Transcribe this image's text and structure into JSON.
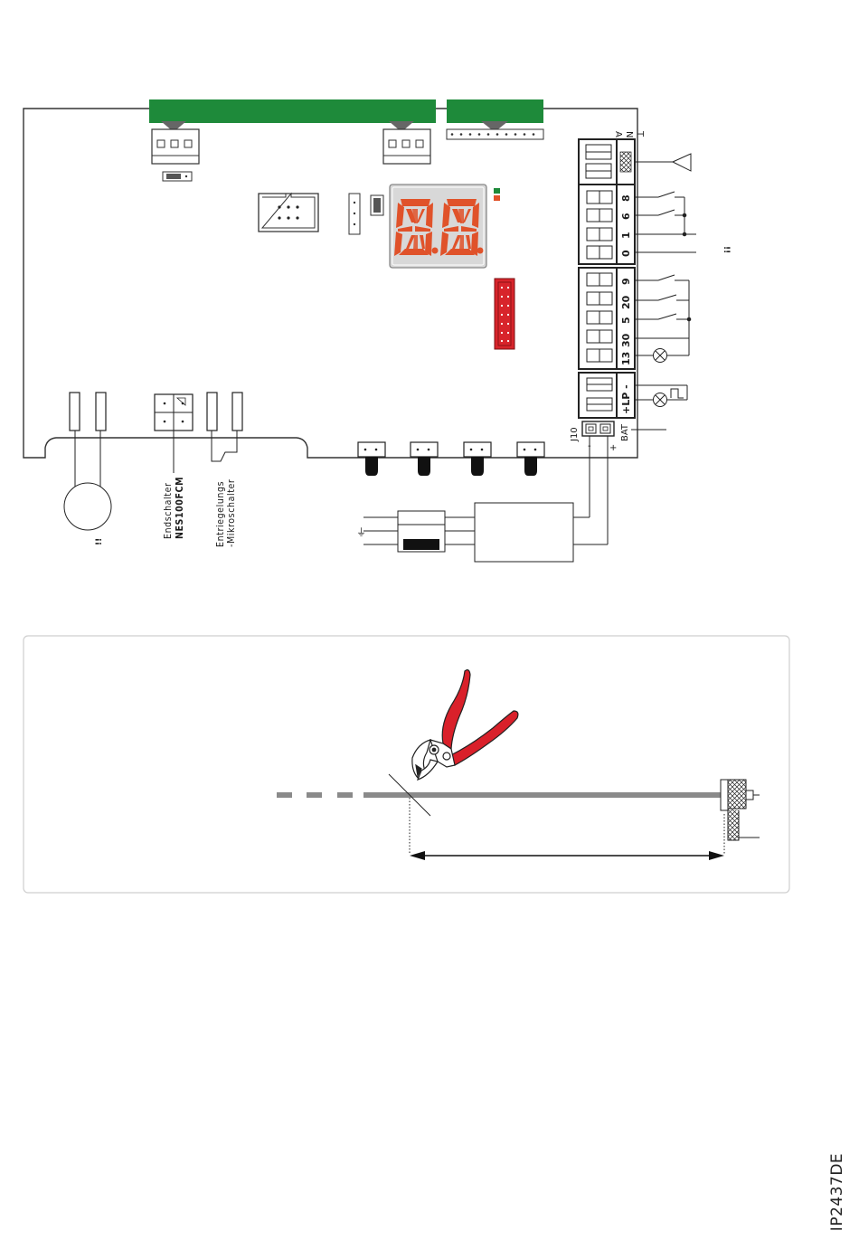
{
  "board": {
    "ant_label": "A N T",
    "terminals_ant": [
      "A",
      "N",
      "T"
    ],
    "terminals_inputs": [
      "8",
      "6",
      "1",
      "0"
    ],
    "terminals_outputs": [
      "9",
      "20",
      "5",
      "30",
      "13"
    ],
    "lp_label": "+LP -",
    "bat_label": "BAT",
    "j10_label": "J10",
    "j10_minus": "-",
    "j10_plus": "+",
    "right_mark": "!!",
    "motor_mark": "!!",
    "endschalter_line1": "Endschalter",
    "endschalter_line2": "NES100FCM",
    "entriegelung_line1": "Entriegelungs",
    "entriegelung_line2": "-Mikroschalter",
    "earth_symbol": "⏚"
  },
  "colors": {
    "green": "#1e8a3a",
    "led_red": "#e0522a",
    "connector_red": "#d8242b",
    "cutter_red": "#d9202a",
    "cable_grey": "#8a8a8a"
  },
  "doc_code": "IP2437DE"
}
